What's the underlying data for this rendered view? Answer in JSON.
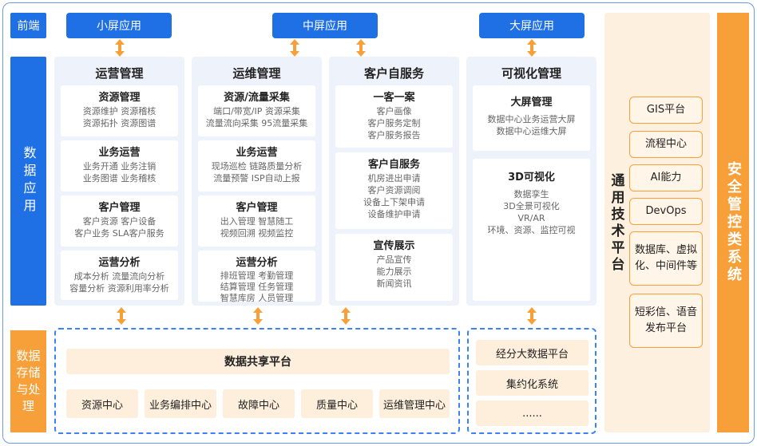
{
  "frontend": {
    "label": "前端",
    "small": "小屏应用",
    "medium": "中屏应用",
    "large": "大屏应用"
  },
  "data_app": {
    "label": "数据应用",
    "columns": [
      {
        "title": "运营管理",
        "cards": [
          {
            "title": "资源管理",
            "lines": [
              "资源维护  资源稽核",
              "资源拓扑  资源图谱"
            ]
          },
          {
            "title": "业务运营",
            "lines": [
              "业务开通  业务注销",
              "业务图谱  业务稽核"
            ]
          },
          {
            "title": "客户管理",
            "lines": [
              "客户资源  客户设备",
              "客户业务  SLA客户服务"
            ]
          },
          {
            "title": "运营分析",
            "lines": [
              "成本分析  流量流向分析",
              "容量分析  资源利用率分析"
            ]
          }
        ]
      },
      {
        "title": "运维管理",
        "cards": [
          {
            "title": "资源/流量采集",
            "lines": [
              "端口/带宽/IP 资源采集",
              "流量流向采集  95流量采集"
            ]
          },
          {
            "title": "业务运营",
            "lines": [
              "现场巡检  链路质量分析",
              "流量预警  ISP自动上报"
            ]
          },
          {
            "title": "客户管理",
            "lines": [
              "出入管理  智慧随工",
              "视频回溯  视频监控"
            ]
          },
          {
            "title": "运营分析",
            "lines": [
              "排班管理  考勤管理",
              "结算管理  任务管理",
              "智慧库房  人员管理"
            ]
          }
        ]
      },
      {
        "title": "客户自服务",
        "cards": [
          {
            "title": "一客一案",
            "lines": [
              "客户画像",
              "客户服务定制",
              "客户服务报告"
            ]
          },
          {
            "title": "客户自服务",
            "lines": [
              "机房进出申请",
              "客户资源调阅",
              "设备上下架申请",
              "设备维护申请"
            ]
          },
          {
            "title": "宣传展示",
            "lines": [
              "产品宣传",
              "能力展示",
              "新闻资讯"
            ]
          }
        ]
      },
      {
        "title": "可视化管理",
        "cards": [
          {
            "title": "大屏管理",
            "lines": [
              "数据中心业务运营大屏",
              "数据中心运维大屏"
            ]
          },
          {
            "title": "3D可视化",
            "lines": [
              "数据孪生",
              "3D全景可视化",
              "VR/AR",
              "环境、资源、监控可视"
            ]
          }
        ]
      }
    ]
  },
  "storage": {
    "label": "数据存储与处理",
    "platform": "数据共享平台",
    "centers": [
      "资源中心",
      "业务编排中心",
      "故障中心",
      "质量中心",
      "运维管理中心"
    ],
    "right_items": [
      "经分大数据平台",
      "集约化系统",
      "......"
    ]
  },
  "tech": {
    "label": "通用技术平台",
    "items": [
      "GIS平台",
      "流程中心",
      "AI能力",
      "DevOps",
      "数据库、虚拟化、中间件等",
      "短彩信、语音发布平台"
    ]
  },
  "security": {
    "label": "安全管控类系统"
  },
  "colors": {
    "blue": "#1f6fe5",
    "orange": "#f7a03a",
    "panel": "#eef3fb",
    "beige": "#fdefdc"
  }
}
